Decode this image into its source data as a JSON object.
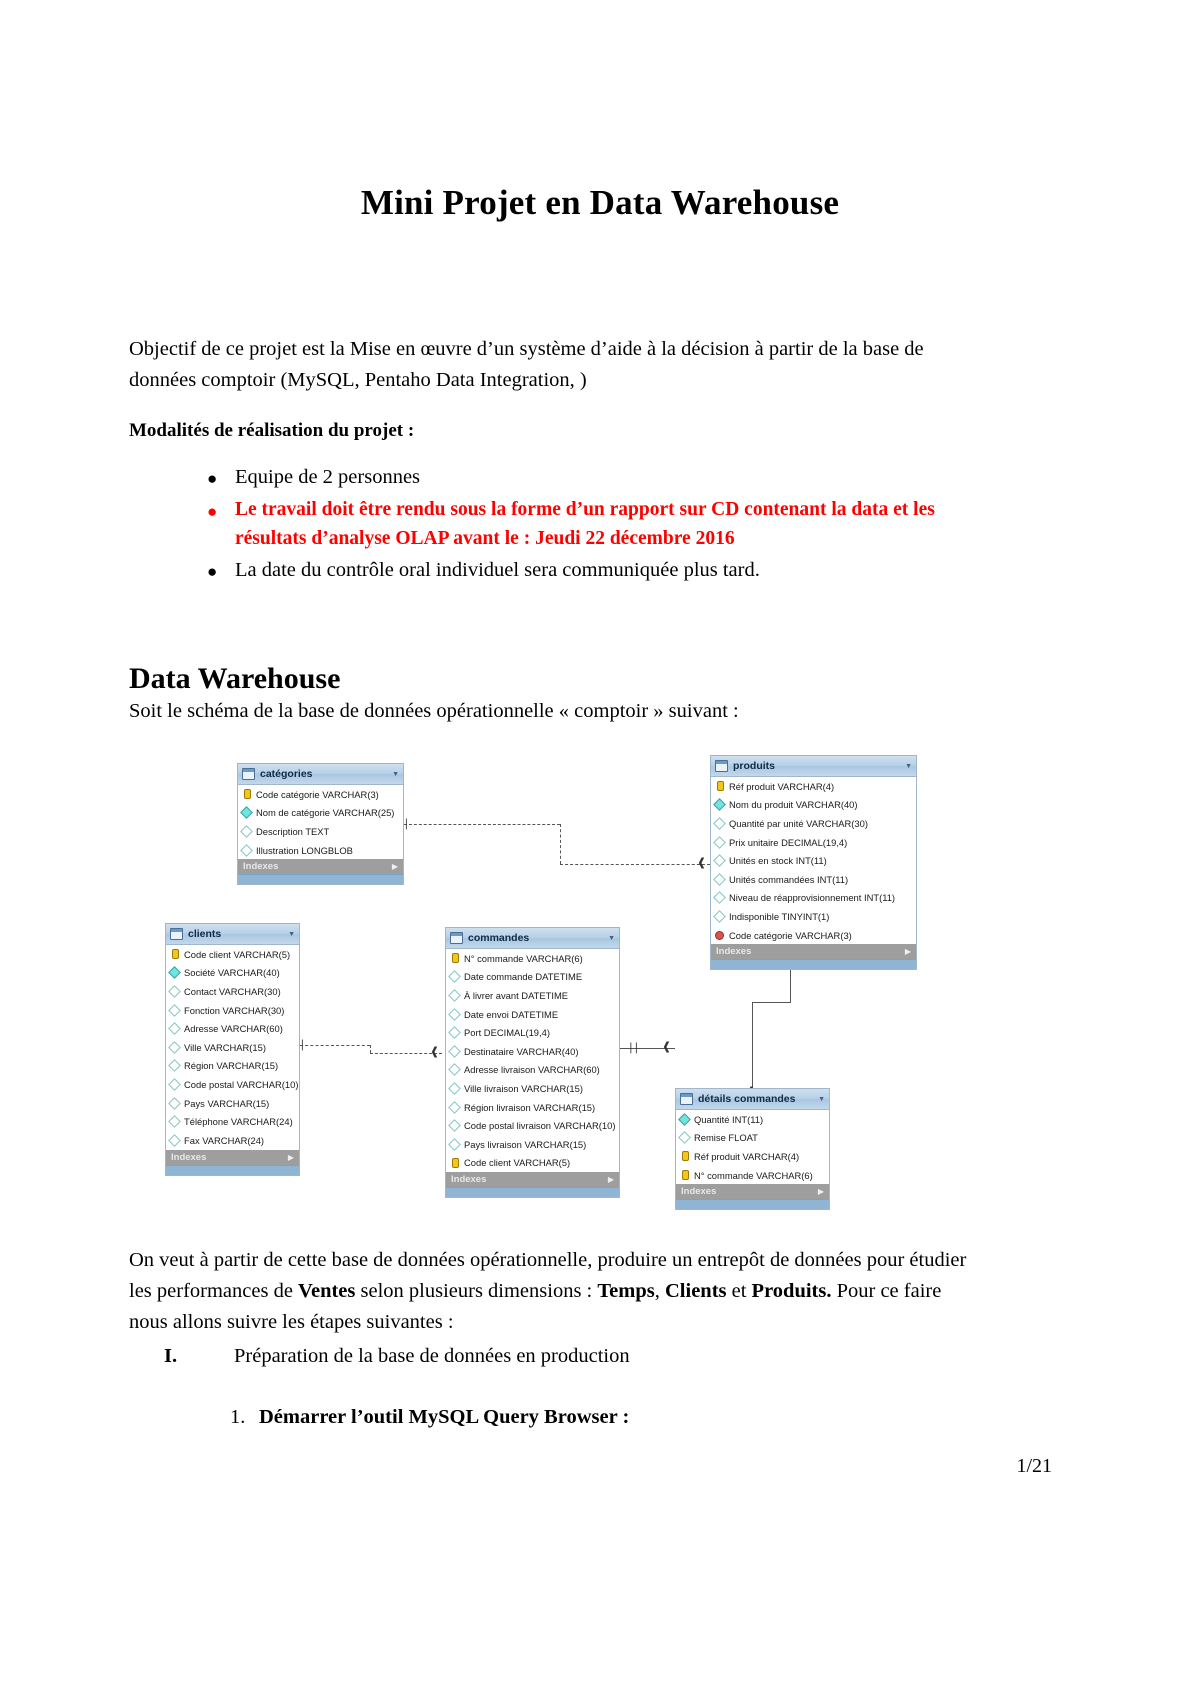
{
  "document": {
    "title": "Mini Projet en Data Warehouse",
    "intro": "Objectif de ce projet est la Mise en œuvre d’un système d’aide à la décision à partir de la base de données comptoir (MySQL, Pentaho Data Integration, )",
    "modalites_heading": "Modalités de réalisation du projet :",
    "bullets": [
      {
        "text": "Equipe de 2 personnes",
        "color": "#000000",
        "bold": false
      },
      {
        "text": "Le travail doit être rendu sous la forme d’un rapport sur CD contenant la data et les résultats d’analyse OLAP avant le : Jeudi 22 décembre 2016",
        "color": "#ff0000",
        "bold": true
      },
      {
        "text": "La date du contrôle oral individuel sera communiquée plus tard.",
        "color": "#000000",
        "bold": false
      }
    ],
    "section_heading": "Data Warehouse",
    "section_intro": "Soit le schéma de la base de données opérationnelle « comptoir » suivant :",
    "closing_parts": {
      "p1": "On veut à partir de cette base de données opérationnelle, produire un entrepôt de données pour étudier les performances de ",
      "b1": "Ventes",
      "p2": " selon plusieurs dimensions : ",
      "b2": "Temps",
      "p3": ", ",
      "b3": "Clients",
      "p4": " et ",
      "b4": "Produits.",
      "p5": " Pour ce faire nous allons suivre les étapes suivantes :"
    },
    "numbered_list": [
      {
        "marker": "I.",
        "text": "Préparation de la base de données en production"
      },
      {
        "marker": "1.",
        "text": "Démarrer l’outil MySQL Query Browser :"
      }
    ],
    "page_number": "1/21"
  },
  "diagram": {
    "indexes_label": "Indexes",
    "tables": [
      {
        "name": "catégories",
        "fields": [
          {
            "label": "Code catégorie VARCHAR(3)",
            "icon": "key"
          },
          {
            "label": "Nom de catégorie VARCHAR(25)",
            "icon": "filled"
          },
          {
            "label": "Description TEXT",
            "icon": "hollow"
          },
          {
            "label": "Illustration LONGBLOB",
            "icon": "hollow"
          }
        ]
      },
      {
        "name": "produits",
        "fields": [
          {
            "label": "Réf produit VARCHAR(4)",
            "icon": "key"
          },
          {
            "label": "Nom du produit VARCHAR(40)",
            "icon": "filled"
          },
          {
            "label": "Quantité par unité VARCHAR(30)",
            "icon": "hollow"
          },
          {
            "label": "Prix unitaire DECIMAL(19,4)",
            "icon": "hollow"
          },
          {
            "label": "Unités en stock INT(11)",
            "icon": "hollow"
          },
          {
            "label": "Unités commandées INT(11)",
            "icon": "hollow"
          },
          {
            "label": "Niveau de réapprovisionnement INT(11)",
            "icon": "hollow"
          },
          {
            "label": "Indisponible TINYINT(1)",
            "icon": "hollow"
          },
          {
            "label": "Code catégorie VARCHAR(3)",
            "icon": "fk"
          }
        ]
      },
      {
        "name": "clients",
        "fields": [
          {
            "label": "Code client VARCHAR(5)",
            "icon": "key"
          },
          {
            "label": "Société VARCHAR(40)",
            "icon": "filled"
          },
          {
            "label": "Contact VARCHAR(30)",
            "icon": "hollow"
          },
          {
            "label": "Fonction VARCHAR(30)",
            "icon": "hollow"
          },
          {
            "label": "Adresse VARCHAR(60)",
            "icon": "hollow"
          },
          {
            "label": "Ville VARCHAR(15)",
            "icon": "hollow"
          },
          {
            "label": "Région VARCHAR(15)",
            "icon": "hollow"
          },
          {
            "label": "Code postal VARCHAR(10)",
            "icon": "hollow"
          },
          {
            "label": "Pays VARCHAR(15)",
            "icon": "hollow"
          },
          {
            "label": "Téléphone VARCHAR(24)",
            "icon": "hollow"
          },
          {
            "label": "Fax VARCHAR(24)",
            "icon": "hollow"
          }
        ]
      },
      {
        "name": "commandes",
        "fields": [
          {
            "label": "N° commande VARCHAR(6)",
            "icon": "key"
          },
          {
            "label": "Date commande DATETIME",
            "icon": "hollow"
          },
          {
            "label": "À livrer avant DATETIME",
            "icon": "hollow"
          },
          {
            "label": "Date envoi DATETIME",
            "icon": "hollow"
          },
          {
            "label": "Port DECIMAL(19,4)",
            "icon": "hollow"
          },
          {
            "label": "Destinataire VARCHAR(40)",
            "icon": "hollow"
          },
          {
            "label": "Adresse livraison VARCHAR(60)",
            "icon": "hollow"
          },
          {
            "label": "Ville livraison VARCHAR(15)",
            "icon": "hollow"
          },
          {
            "label": "Région livraison VARCHAR(15)",
            "icon": "hollow"
          },
          {
            "label": "Code postal livraison VARCHAR(10)",
            "icon": "hollow"
          },
          {
            "label": "Pays livraison VARCHAR(15)",
            "icon": "hollow"
          },
          {
            "label": "Code client VARCHAR(5)",
            "icon": "fk"
          }
        ]
      },
      {
        "name": "détails commandes",
        "fields": [
          {
            "label": "Quantité INT(11)",
            "icon": "filled"
          },
          {
            "label": "Remise FLOAT",
            "icon": "hollow"
          },
          {
            "label": "Réf produit VARCHAR(4)",
            "icon": "key"
          },
          {
            "label": "N° commande VARCHAR(6)",
            "icon": "key"
          }
        ]
      }
    ]
  }
}
